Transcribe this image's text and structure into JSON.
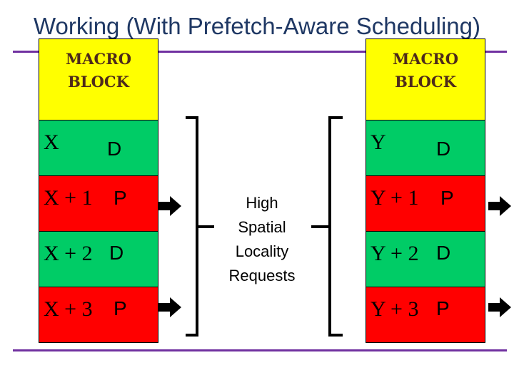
{
  "title": "Working (With Prefetch-Aware Scheduling)",
  "left_block": {
    "header_line1": "MACRO",
    "header_line2": "BLOCK",
    "rows": [
      {
        "label": "X",
        "type": "D",
        "color": "#00cc66"
      },
      {
        "label": "X + 1",
        "type": "P",
        "color": "#ff0000"
      },
      {
        "label": "X + 2",
        "type": "D",
        "color": "#00cc66"
      },
      {
        "label": "X + 3",
        "type": "P",
        "color": "#ff0000"
      }
    ]
  },
  "right_block": {
    "header_line1": "MACRO",
    "header_line2": "BLOCK",
    "rows": [
      {
        "label": "Y",
        "type": "D",
        "color": "#00cc66"
      },
      {
        "label": "Y + 1",
        "type": "P",
        "color": "#ff0000"
      },
      {
        "label": "Y + 2",
        "type": "D",
        "color": "#00cc66"
      },
      {
        "label": "Y + 3",
        "type": "P",
        "color": "#ff0000"
      }
    ]
  },
  "center_label": [
    "High",
    "Spatial",
    "Locality",
    "Requests"
  ],
  "colors": {
    "title": "#1f3864",
    "rule": "#7030a0",
    "header": "#ffff00"
  }
}
